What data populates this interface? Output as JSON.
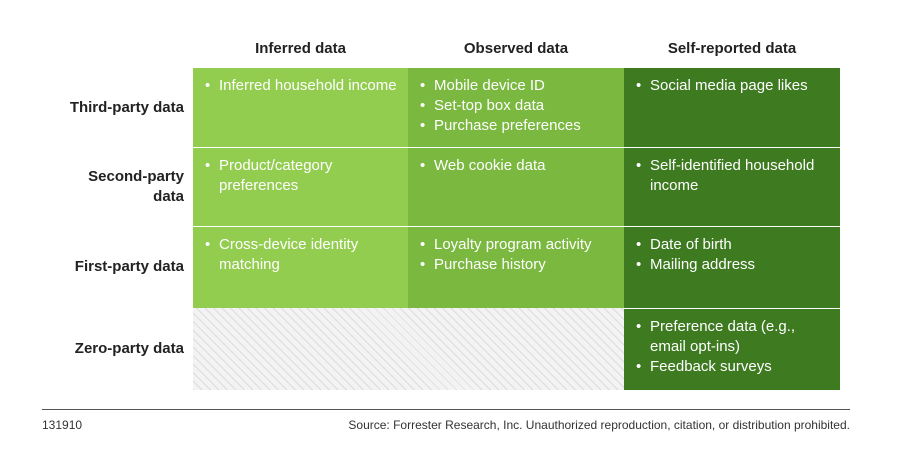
{
  "columns": [
    "Inferred data",
    "Observed data",
    "Self-reported data"
  ],
  "rows": [
    {
      "label": "Third-party data",
      "cells": [
        [
          "Inferred household income"
        ],
        [
          "Mobile device ID",
          "Set-top box data",
          "Purchase preferences"
        ],
        [
          "Social media page likes"
        ]
      ]
    },
    {
      "label": "Second-party data",
      "cells": [
        [
          "Product/category preferences"
        ],
        [
          "Web cookie data"
        ],
        [
          "Self-identified household income"
        ]
      ]
    },
    {
      "label": "First-party data",
      "cells": [
        [
          "Cross-device identity matching"
        ],
        [
          "Loyalty program activity",
          "Purchase history"
        ],
        [
          "Date of birth",
          "Mailing address"
        ]
      ]
    },
    {
      "label": "Zero-party data",
      "cells": [
        [],
        [],
        [
          "Preference data (e.g., email opt-ins)",
          "Feedback surveys"
        ]
      ]
    }
  ],
  "colors": {
    "inferred": "#93cd4f",
    "observed": "#7ab83f",
    "self_reported": "#3d7a20",
    "not_applicable_hatch": "#dcdcdc"
  },
  "footer": {
    "id": "131910",
    "source": "Source: Forrester Research, Inc. Unauthorized reproduction, citation, or distribution prohibited."
  }
}
